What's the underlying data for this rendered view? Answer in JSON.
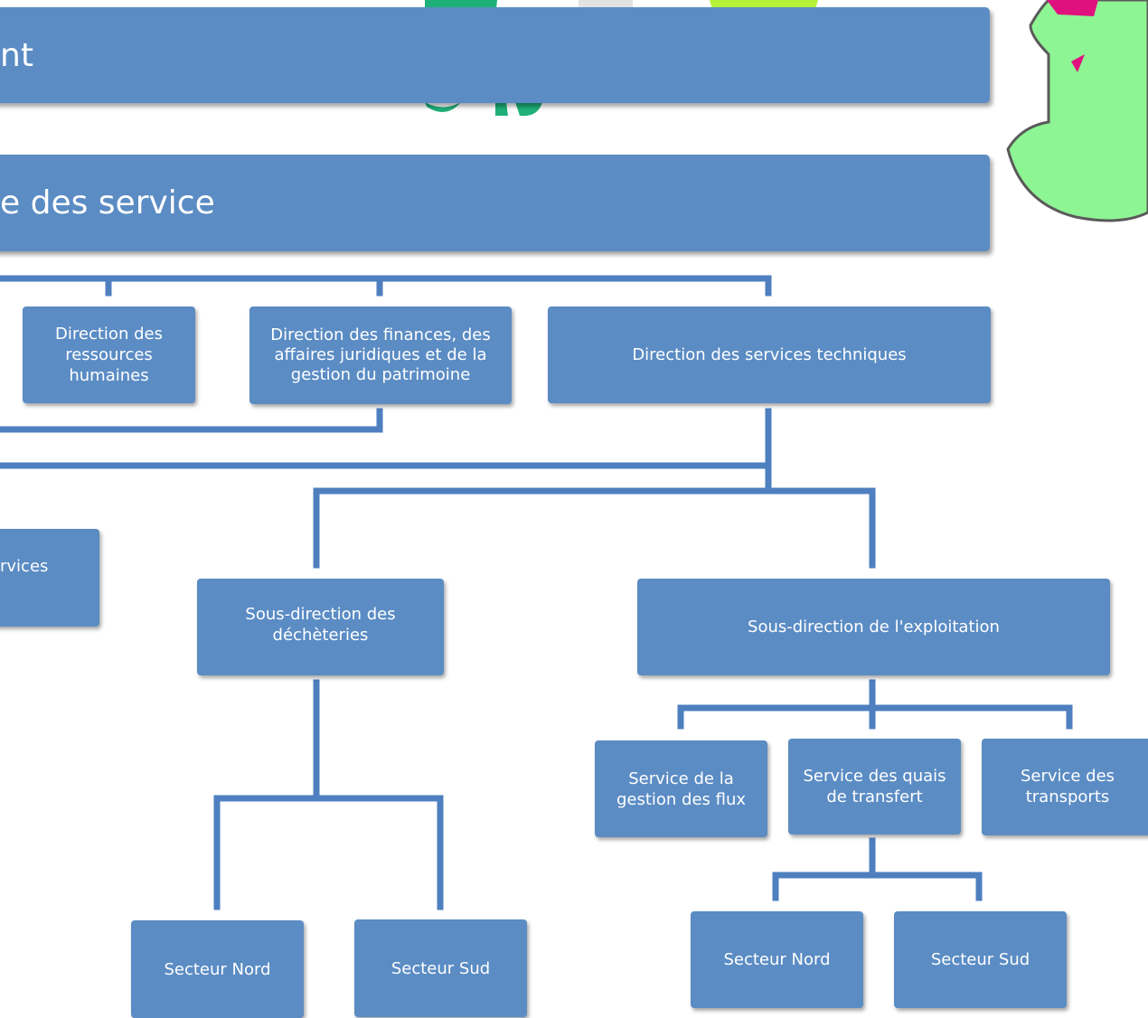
{
  "banners": {
    "top": "nt",
    "second": "e des service"
  },
  "directions": {
    "rh": "Direction des\nressources\nhumaines",
    "finances": "Direction des finances, des\naffaires  juridiques  et de la\ngestion du patrimoine",
    "techniques": "Direction des services techniques",
    "partial_left": "rvices"
  },
  "sous_directions": {
    "decheteries": "Sous-direction des\ndéchèteries",
    "exploitation": "Sous-direction de l'exploitation"
  },
  "services": {
    "flux": "Service de la\ngestion des flux",
    "quais": "Service des quais\nde transfert",
    "transports": "Service des\ntransports"
  },
  "secteurs": {
    "decheteries_nord": "Secteur Nord",
    "decheteries_sud": "Secteur Sud",
    "quais_nord": "Secteur Nord",
    "quais_sud": "Secteur Sud"
  },
  "colors": {
    "box": "#5b8cc4",
    "line": "#4e7fbf",
    "deco_green": "#1fb07a",
    "deco_yellow": "#b7f23a",
    "deco_mint": "#8ef594",
    "deco_pink": "#e0117f"
  }
}
